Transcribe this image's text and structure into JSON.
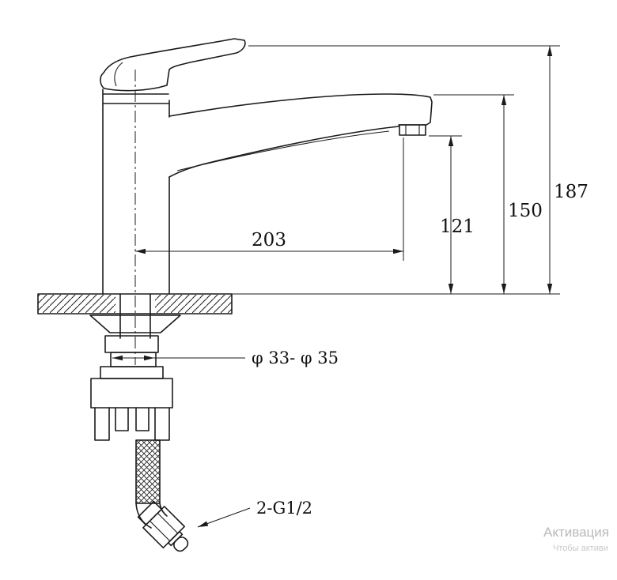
{
  "drawing": {
    "type": "faucet-technical-drawing",
    "line_color": "#1b1b1b",
    "background": "#ffffff"
  },
  "dims": {
    "total_height": "187",
    "spout_height": "150",
    "outlet_height": "121",
    "reach": "203",
    "hole_diameter": "φ 33- φ 35",
    "thread": "2-G1/2"
  },
  "watermark": {
    "line1": "Активация",
    "line2": "Чтобы активи"
  }
}
